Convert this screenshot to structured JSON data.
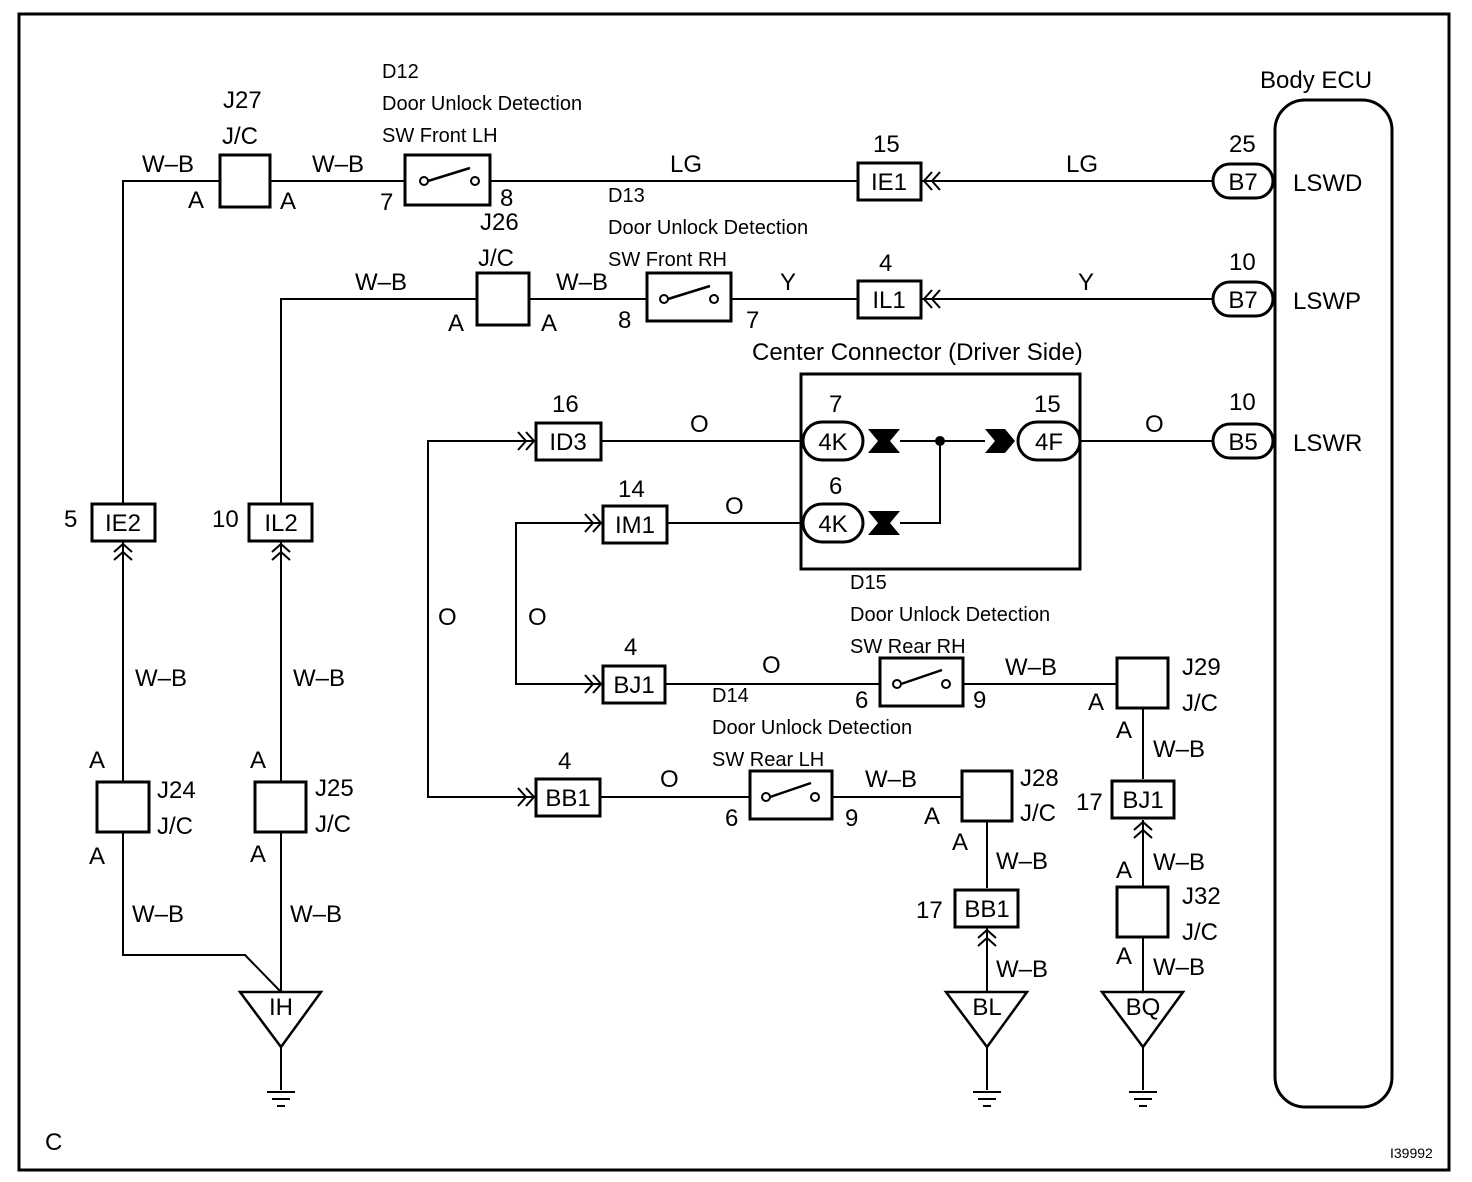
{
  "corner_label": "C",
  "figure_code": "I39992",
  "ecu": {
    "name": "Body ECU",
    "terminals": [
      {
        "pin": "25",
        "conn": "B7",
        "signal": "LSWD"
      },
      {
        "pin": "10",
        "conn": "B7",
        "signal": "LSWP"
      },
      {
        "pin": "10",
        "conn": "B5",
        "signal": "LSWR"
      }
    ]
  },
  "center_connector": {
    "title": "Center Connector (Driver Side)",
    "left_upper": {
      "pin": "7",
      "conn": "4K"
    },
    "left_lower": {
      "pin": "6",
      "conn": "4K"
    },
    "right": {
      "pin": "15",
      "conn": "4F"
    }
  },
  "switches": {
    "d12": {
      "code": "D12",
      "line1": "Door Unlock Detection",
      "line2": "SW Front LH",
      "pin_in": "7",
      "pin_out": "8"
    },
    "d13": {
      "code": "D13",
      "line1": "Door Unlock Detection",
      "line2": "SW Front RH",
      "pin_in": "8",
      "pin_out": "7"
    },
    "d14": {
      "code": "D14",
      "line1": "Door Unlock Detection",
      "line2": "SW Rear LH",
      "pin_in": "6",
      "pin_out": "9"
    },
    "d15": {
      "code": "D15",
      "line1": "Door Unlock Detection",
      "line2": "SW Rear RH",
      "pin_in": "6",
      "pin_out": "9"
    }
  },
  "connectors": {
    "ie1": {
      "pin": "15",
      "name": "IE1"
    },
    "il1": {
      "pin": "4",
      "name": "IL1"
    },
    "id3": {
      "pin": "16",
      "name": "ID3"
    },
    "im1": {
      "pin": "14",
      "name": "IM1"
    },
    "bj1_top": {
      "pin": "4",
      "name": "BJ1"
    },
    "bb1_top": {
      "pin": "4",
      "name": "BB1"
    },
    "ie2": {
      "pin": "5",
      "name": "IE2"
    },
    "il2": {
      "pin": "10",
      "name": "IL2"
    },
    "bb1_low": {
      "pin": "17",
      "name": "BB1"
    },
    "bj1_low": {
      "pin": "17",
      "name": "BJ1"
    }
  },
  "junctions": {
    "j27": {
      "name": "J27",
      "type": "J/C",
      "pin": "A"
    },
    "j26": {
      "name": "J26",
      "type": "J/C",
      "pin": "A"
    },
    "j24": {
      "name": "J24",
      "type": "J/C",
      "pin": "A"
    },
    "j25": {
      "name": "J25",
      "type": "J/C",
      "pin": "A"
    },
    "j28": {
      "name": "J28",
      "type": "J/C",
      "pin": "A"
    },
    "j29": {
      "name": "J29",
      "type": "J/C",
      "pin": "A"
    },
    "j32": {
      "name": "J32",
      "type": "J/C",
      "pin": "A"
    }
  },
  "wire_colors": {
    "wb": "W–B",
    "lg": "LG",
    "y": "Y",
    "o": "O"
  },
  "grounds": {
    "ih": "IH",
    "bl": "BL",
    "bq": "BQ"
  }
}
